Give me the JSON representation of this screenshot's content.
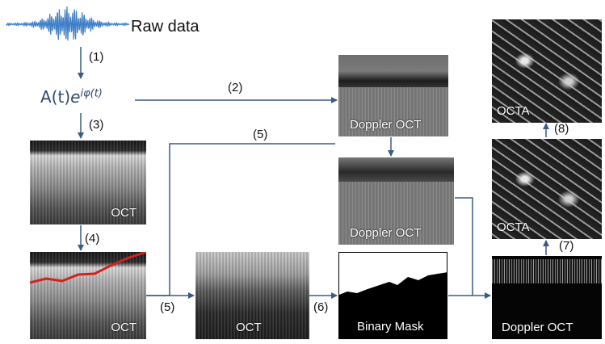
{
  "labels": {
    "raw_data": "Raw data",
    "signal_formula_base": "A(t)",
    "signal_formula_exp_e": "e",
    "signal_formula_exp_sup": "iφ(t)",
    "step1": "(1)",
    "step2": "(2)",
    "step3": "(3)",
    "step4": "(4)",
    "step5a": "(5)",
    "step5b": "(5)",
    "step6": "(6)",
    "step7": "(7)",
    "step8": "(8)"
  },
  "panels": {
    "oct1": "OCT",
    "oct2": "OCT",
    "oct3": "OCT",
    "doppler1": "Doppler OCT",
    "doppler2": "Doppler OCT",
    "binary": "Binary Mask",
    "doppler_final": "Doppler OCT",
    "octa1": "OCTA",
    "octa2": "OCTA"
  },
  "colors": {
    "arrow": "#3b5a85",
    "waveform": "#3f7fc8",
    "segmentation": "#d0231c"
  }
}
